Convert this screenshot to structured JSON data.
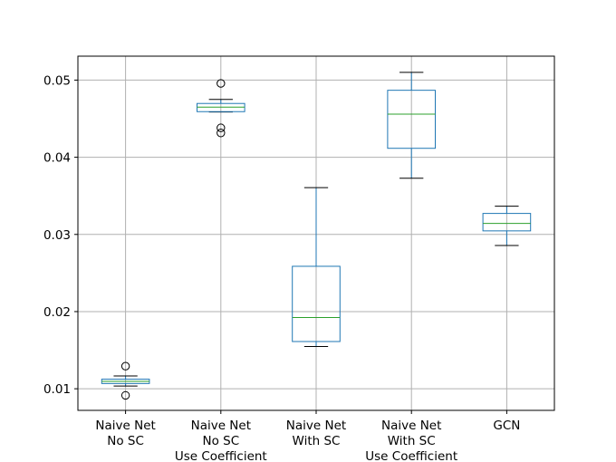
{
  "chart_data": {
    "type": "box",
    "title": "",
    "xlabel": "",
    "ylabel": "",
    "ylim": [
      0.0072,
      0.0531
    ],
    "yticks": [
      0.01,
      0.02,
      0.03,
      0.04,
      0.05
    ],
    "ytick_labels": [
      "0.01",
      "0.02",
      "0.03",
      "0.04",
      "0.05"
    ],
    "grid": true,
    "colors": {
      "box": "#1f77b4",
      "median": "#2ca02c",
      "whisker_cap": "#000000",
      "grid": "#b0b0b0",
      "flier": "#000000"
    },
    "categories": [
      {
        "lines": [
          "Naive Net",
          "No SC"
        ]
      },
      {
        "lines": [
          "Naive Net",
          "No SC",
          "Use Coefficient"
        ]
      },
      {
        "lines": [
          "Naive Net",
          "With SC"
        ]
      },
      {
        "lines": [
          "Naive Net",
          "With SC",
          "Use Coefficient"
        ]
      },
      {
        "lines": [
          "GCN"
        ]
      }
    ],
    "boxes": [
      {
        "whislo": 0.01036,
        "q1": 0.01068,
        "med": 0.01096,
        "q3": 0.01124,
        "whishi": 0.01166,
        "fliers": [
          0.01293,
          0.00915
        ]
      },
      {
        "whislo": 0.04587,
        "q1": 0.04591,
        "med": 0.0465,
        "q3": 0.04697,
        "whishi": 0.0475,
        "fliers": [
          0.04957,
          0.04381,
          0.04315
        ]
      },
      {
        "whislo": 0.01547,
        "q1": 0.01612,
        "med": 0.01923,
        "q3": 0.02587,
        "whishi": 0.03606,
        "fliers": []
      },
      {
        "whislo": 0.03728,
        "q1": 0.04116,
        "med": 0.04559,
        "q3": 0.04868,
        "whishi": 0.051,
        "fliers": []
      },
      {
        "whislo": 0.02857,
        "q1": 0.03046,
        "med": 0.03143,
        "q3": 0.03272,
        "whishi": 0.03365,
        "fliers": []
      }
    ]
  }
}
